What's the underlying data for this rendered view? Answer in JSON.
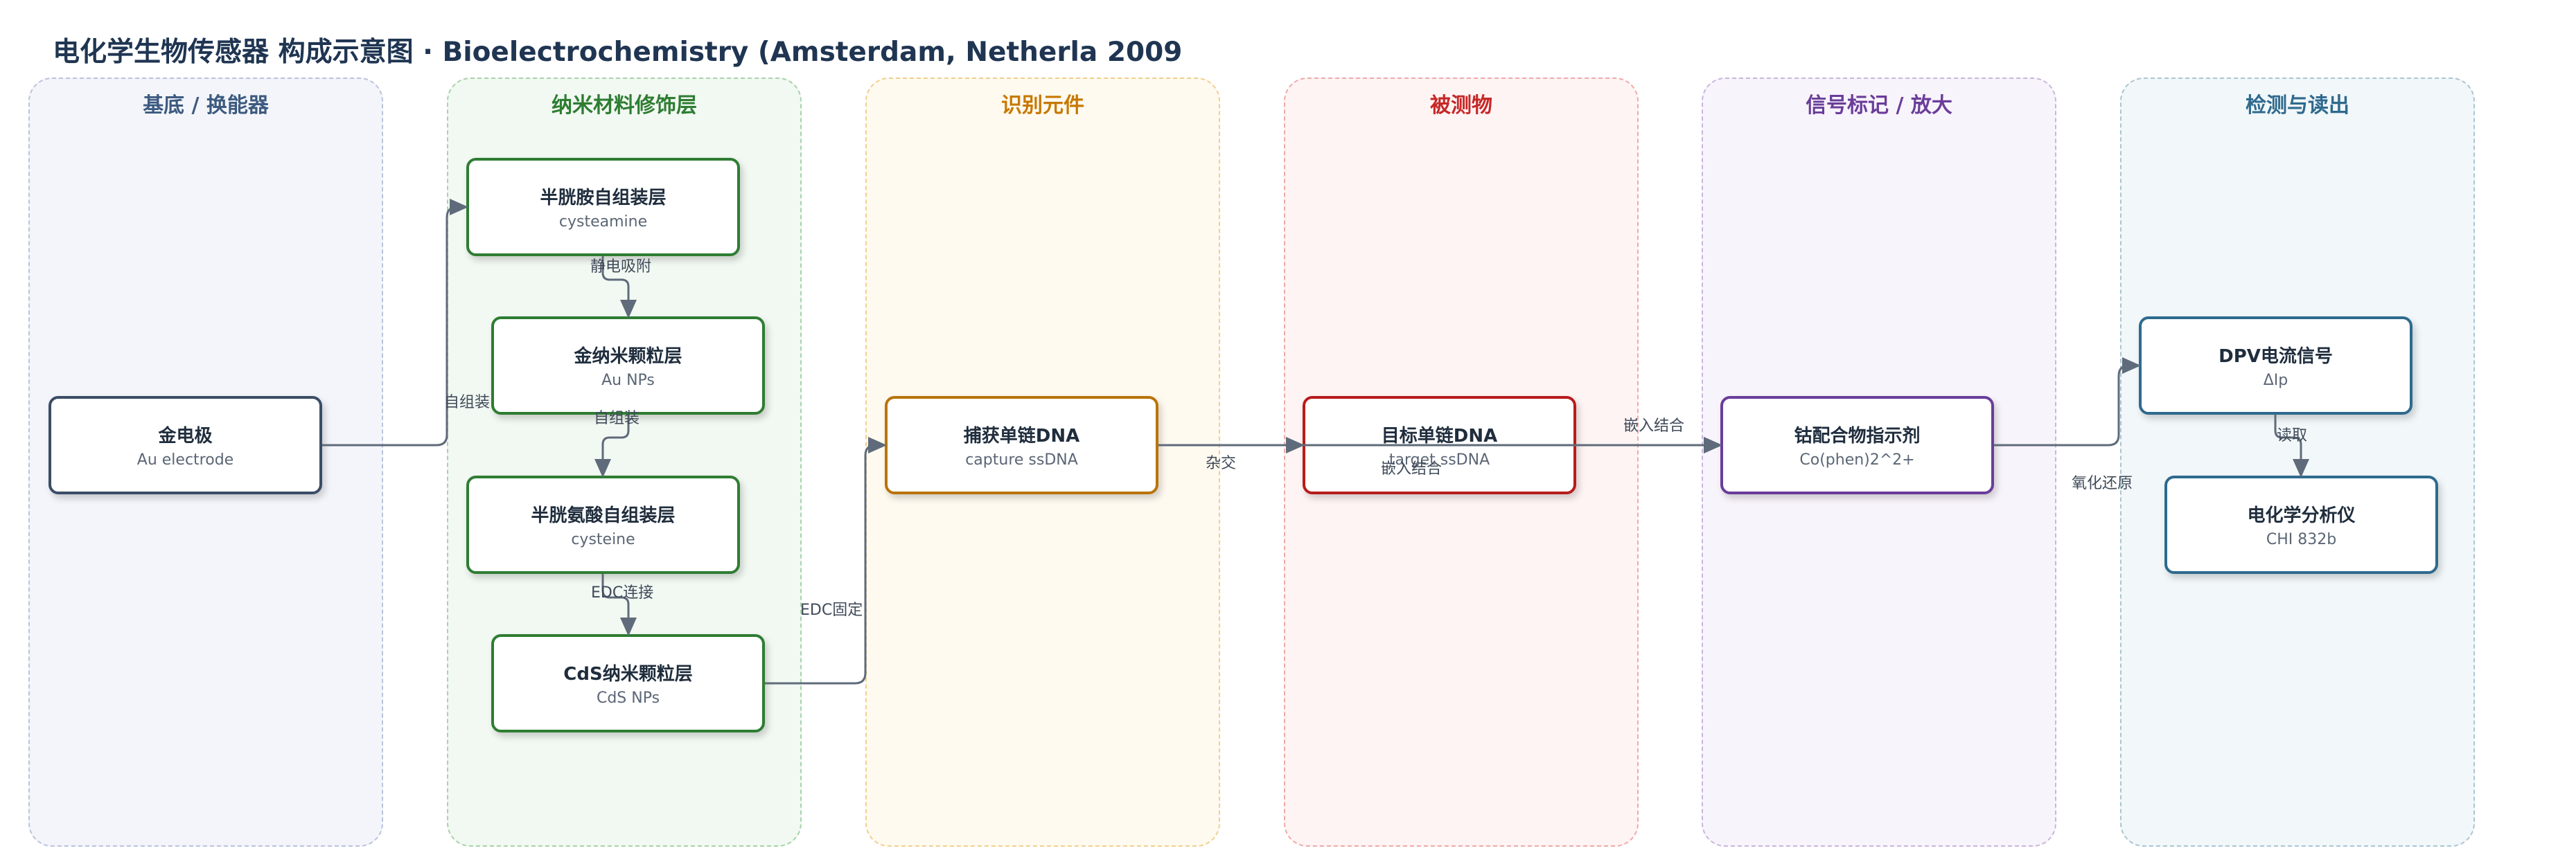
{
  "title": "电化学生物传感器 构成示意图 · Bioelectrochemistry (Amsterdam, Netherla 2009",
  "lanes": [
    {
      "title": "基底 / 换能器",
      "color": "#3d5a80",
      "fill": "#f3f5fa",
      "border": "#b9c3dc"
    },
    {
      "title": "纳米材料修饰层",
      "color": "#2e7d32",
      "fill": "#f2f8f2",
      "border": "#a8d3aa"
    },
    {
      "title": "识别元件",
      "color": "#c77800",
      "fill": "#fffaf0",
      "border": "#f1cf8e"
    },
    {
      "title": "被测物",
      "color": "#c62828",
      "fill": "#fff4f4",
      "border": "#efa9a9"
    },
    {
      "title": "信号标记 / 放大",
      "color": "#6a3d9a",
      "fill": "#f8f4fb",
      "border": "#c9b5dd"
    },
    {
      "title": "检测与读出",
      "color": "#2e6a8e",
      "fill": "#f2f7f9",
      "border": "#aac5d3"
    }
  ],
  "nodes": {
    "gold_electrode": {
      "title": "金电极",
      "sub": "Au electrode",
      "border": "#3b4d66"
    },
    "cysteamine": {
      "title": "半胱胺自组装层",
      "sub": "cysteamine",
      "border": "#2e7d32"
    },
    "au_nps": {
      "title": "金纳米颗粒层",
      "sub": "Au NPs",
      "border": "#2e7d32"
    },
    "cysteine": {
      "title": "半胱氨酸自组装层",
      "sub": "cysteine",
      "border": "#2e7d32"
    },
    "cds_nps": {
      "title": "CdS纳米颗粒层",
      "sub": "CdS NPs",
      "border": "#2e7d32"
    },
    "capture_dna": {
      "title": "捕获单链DNA",
      "sub": "capture ssDNA",
      "border": "#b8740a"
    },
    "target_dna": {
      "title": "目标单链DNA",
      "sub": "target ssDNA",
      "border": "#b71c1c"
    },
    "cobalt": {
      "title": "钴配合物指示剂",
      "sub": "Co(phen)2^2+",
      "border": "#6a3d9a"
    },
    "dpv": {
      "title": "DPV电流信号",
      "sub": "ΔIp",
      "border": "#2e6a8e"
    },
    "analyzer": {
      "title": "电化学分析仪",
      "sub": "CHI 832b",
      "border": "#2e6a8e"
    }
  },
  "edges": {
    "self_assembly_1": "自组装",
    "electrostatic": "静电吸附",
    "self_assembly_2": "自组装",
    "edc_link": "EDC连接",
    "edc_fix": "EDC固定",
    "hybridization": "杂交",
    "intercalation_1": "嵌入结合",
    "intercalation_2": "嵌入结合",
    "redox": "氧化还原",
    "readout": "读取"
  },
  "edge_color": "#5f6b7a"
}
